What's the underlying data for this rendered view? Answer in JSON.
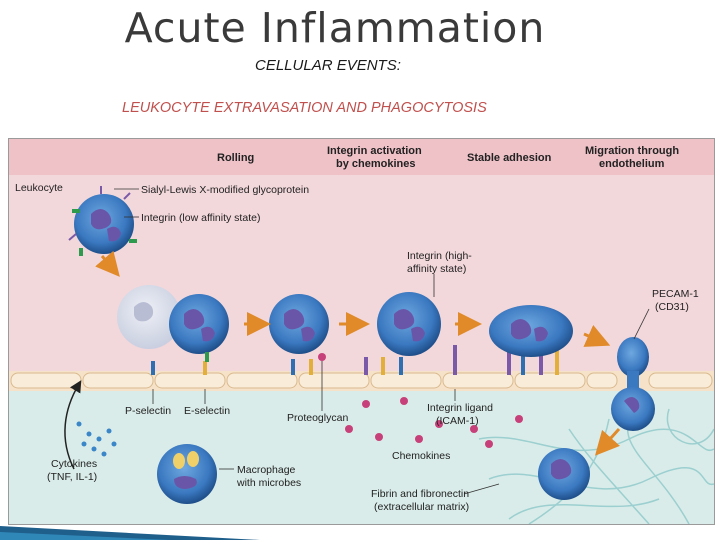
{
  "slide": {
    "title": "Acute Inflammation",
    "subtitle": "CELLULAR EVENTS:",
    "section_heading": "LEUKOCYTE EXTRAVASATION AND PHAGOCYTOSIS"
  },
  "figure": {
    "stage_headers": [
      "Rolling",
      "Integrin activation",
      "by chemokines",
      "Stable adhesion",
      "Migration through",
      "endothelium"
    ],
    "labels": {
      "leukocyte": "Leukocyte",
      "sialyl_lewis": "Sialyl-Lewis X-modified glycoprotein",
      "integrin_low": "Integrin (low affinity state)",
      "integrin_high_1": "Integrin (high-",
      "integrin_high_2": "affinity state)",
      "pecam_1": "PECAM-1",
      "pecam_2": "(CD31)",
      "p_selectin": "P-selectin",
      "e_selectin": "E-selectin",
      "proteoglycan": "Proteoglycan",
      "integrin_ligand_1": "Integrin ligand",
      "integrin_ligand_2": "(ICAM-1)",
      "cytokines_1": "Cytokines",
      "cytokines_2": "(TNF, IL-1)",
      "macrophage_1": "Macrophage",
      "macrophage_2": "with microbes",
      "chemokines": "Chemokines",
      "fibrin_1": "Fibrin and fibronectin",
      "fibrin_2": "(extracellular matrix)"
    }
  },
  "colors": {
    "vessel_lumen": "#f2d7db",
    "tissue": "#d9ece9",
    "endothelium": "#f6e2c8",
    "leukocyte": "#3a78c0",
    "nucleus": "#6a56a8",
    "arrow": "#e08a2a",
    "title_accent": "#c0504d"
  }
}
